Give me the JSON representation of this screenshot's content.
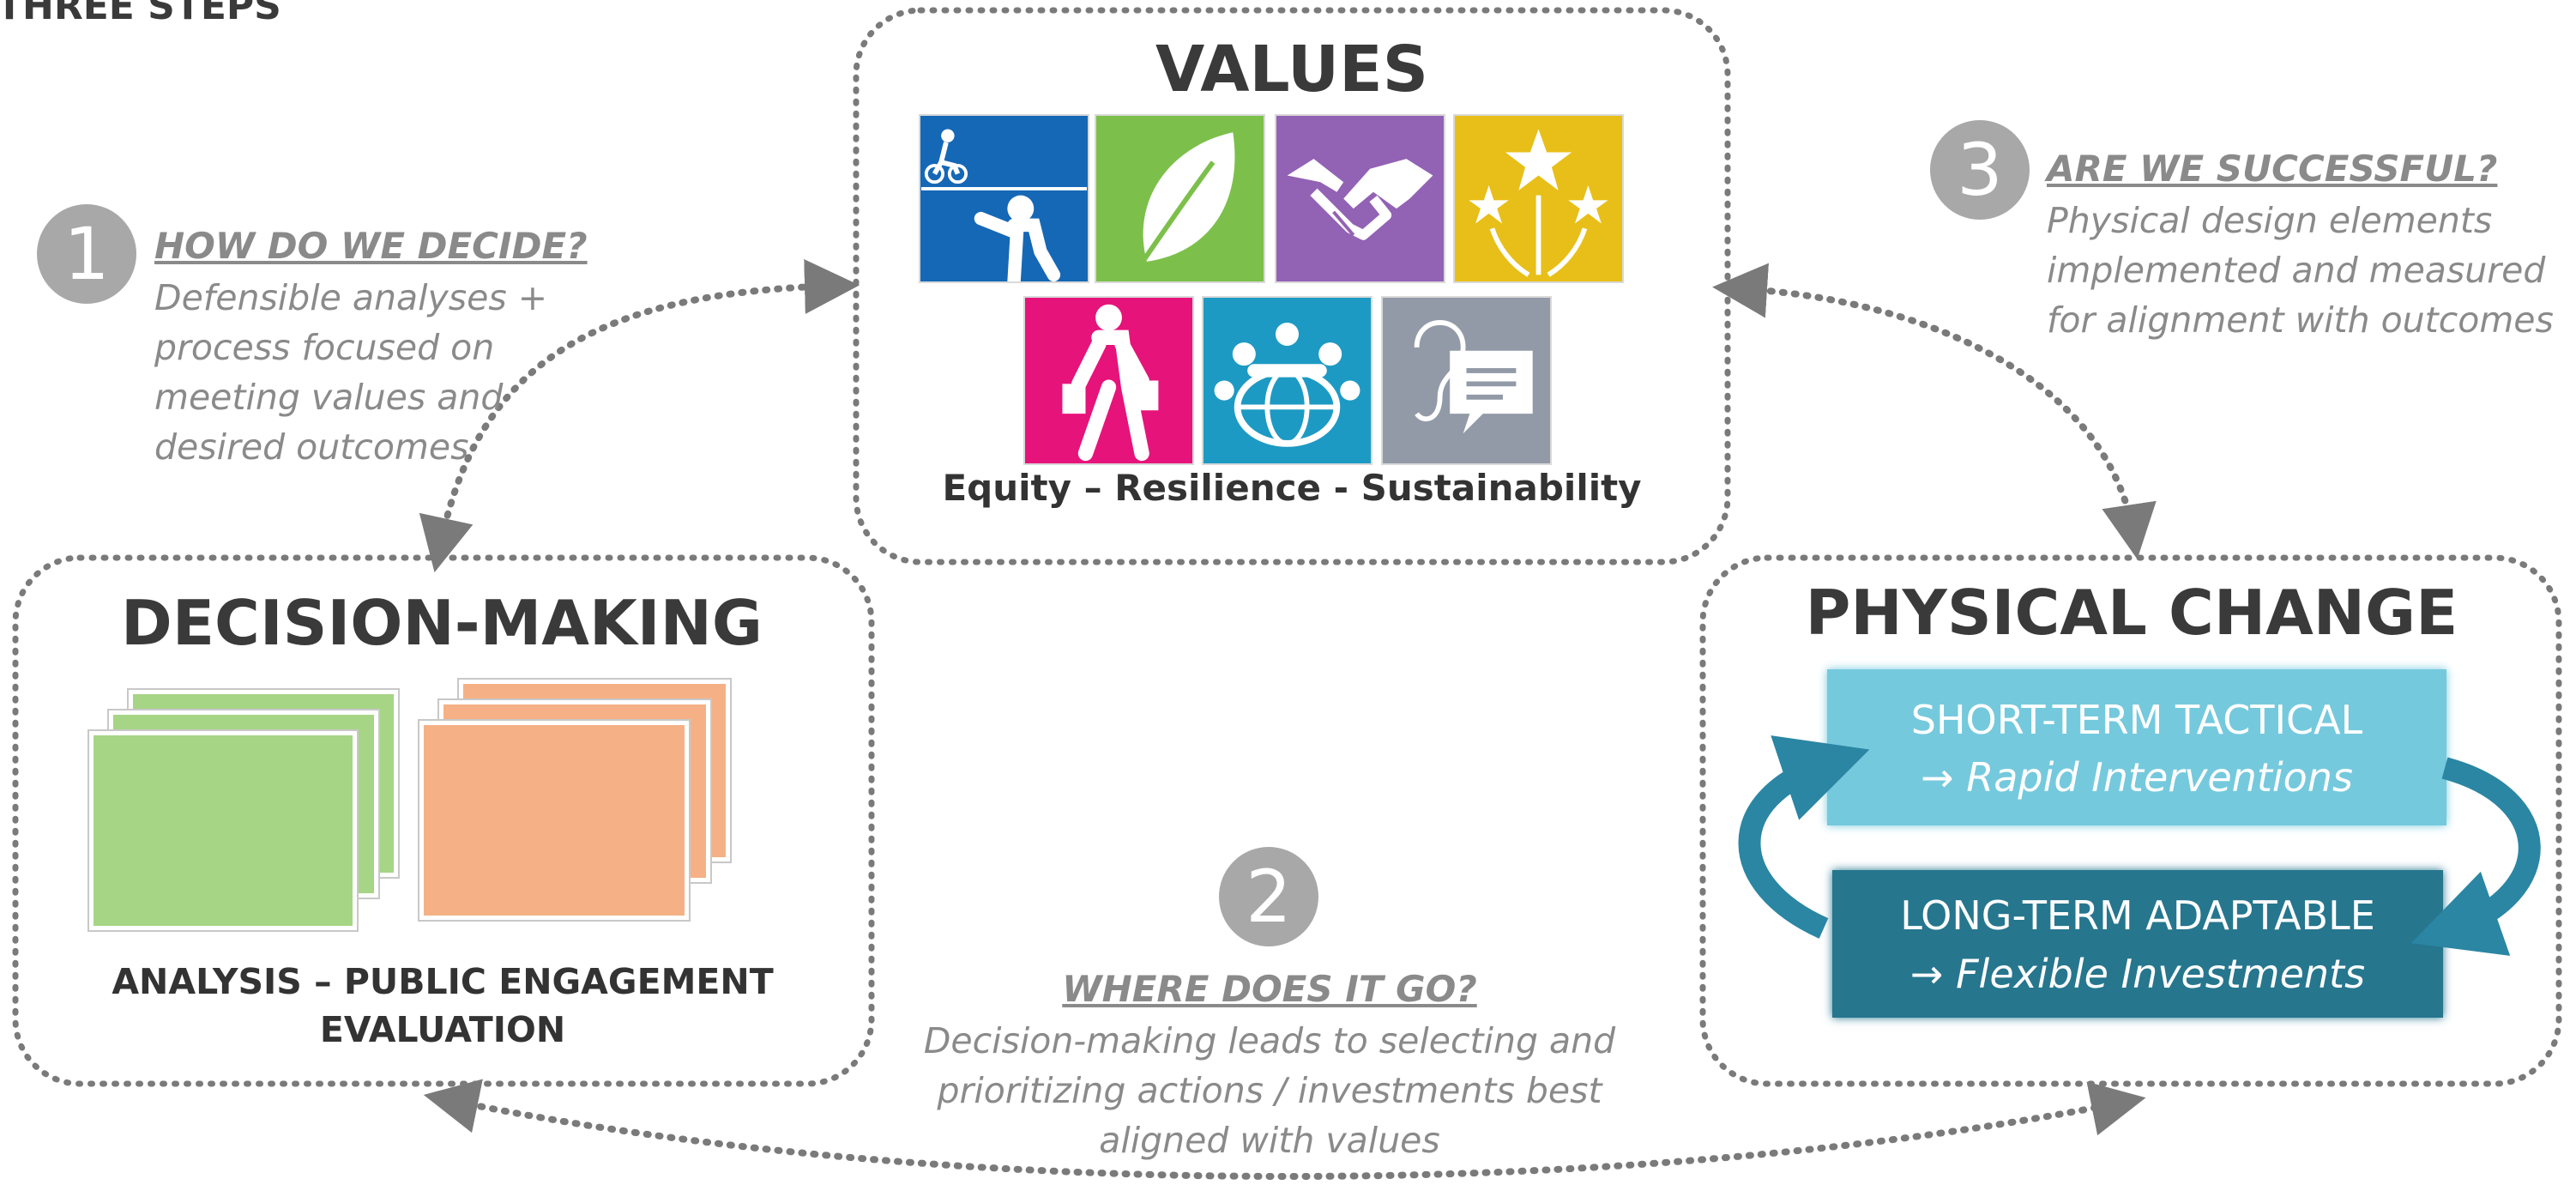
{
  "page_title": "THREE STEPS",
  "values": {
    "title": "VALUES",
    "caption": "Equity – Resilience - Sustainability",
    "icons": [
      {
        "name": "bike-walk-icon",
        "color": "#1568b6"
      },
      {
        "name": "leaf-icon",
        "color": "#7cc04b"
      },
      {
        "name": "handshake-icon",
        "color": "#9262b4"
      },
      {
        "name": "stars-icon",
        "color": "#e8bf18"
      },
      {
        "name": "shopper-icon",
        "color": "#e6137b"
      },
      {
        "name": "community-globe-icon",
        "color": "#1d9ac3"
      },
      {
        "name": "listening-speech-icon",
        "color": "#939aa7"
      }
    ]
  },
  "decision": {
    "title": "DECISION-MAKING",
    "caption_line1": "ANALYSIS – PUBLIC ENGAGEMENT",
    "caption_line2": "EVALUATION",
    "colors": {
      "green": "#a6d585",
      "orange": "#f5b185"
    }
  },
  "physical": {
    "title": "PHYSICAL CHANGE",
    "short_term": {
      "label": "SHORT-TERM TACTICAL",
      "sub": "Rapid Interventions",
      "arrow": "→",
      "color": "#75c9dd"
    },
    "long_term": {
      "label": "LONG-TERM ADAPTABLE",
      "sub": "Flexible Investments",
      "arrow": "→",
      "color": "#26768e"
    },
    "cycle_arrow_color": "#2b86a3"
  },
  "steps": [
    {
      "number": "1",
      "title": "HOW DO WE DECIDE?",
      "lines": [
        "Defensible analyses +",
        "process focused on",
        "meeting values and",
        "desired outcomes"
      ]
    },
    {
      "number": "2",
      "title": "WHERE DOES IT GO?",
      "lines": [
        "Decision-making leads to selecting and",
        "prioritizing actions / investments best",
        "aligned with values"
      ]
    },
    {
      "number": "3",
      "title": "ARE WE SUCCESSFUL?",
      "lines": [
        "Physical design elements",
        "implemented and measured",
        "for alignment with outcomes"
      ]
    }
  ],
  "colors": {
    "dotted": "#7a7a7a",
    "step_gray": "#a8a8a8",
    "text_gray": "#8a8a8a"
  }
}
